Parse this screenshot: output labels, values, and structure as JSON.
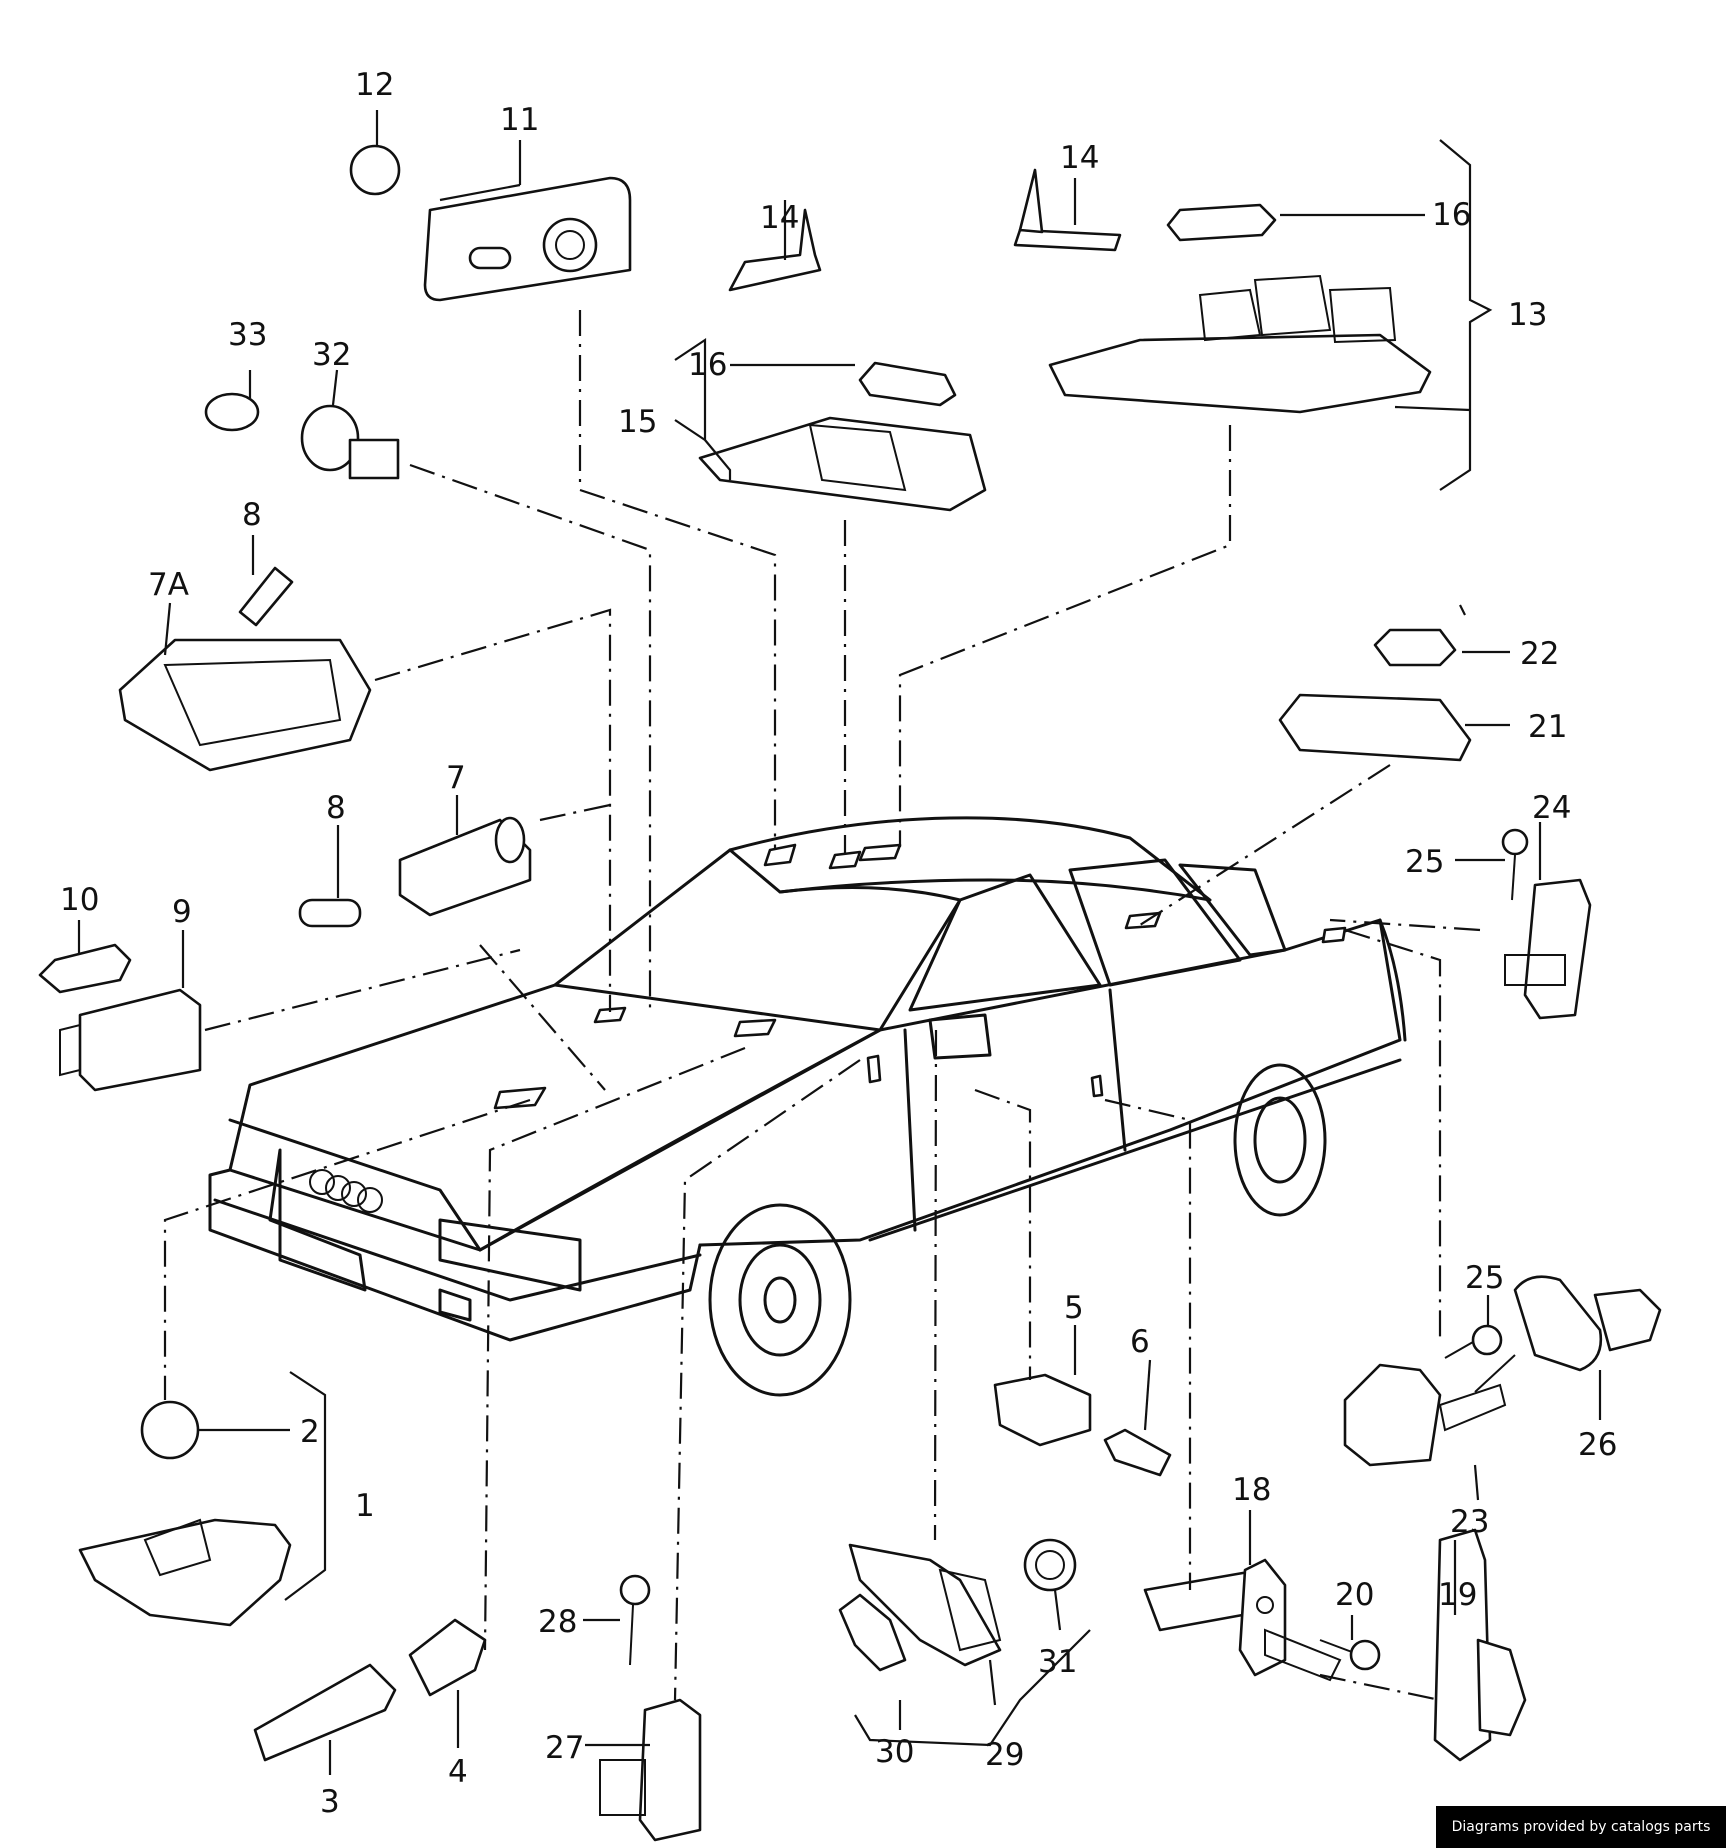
{
  "callouts": {
    "c1": "1",
    "c2": "2",
    "c3": "3",
    "c4": "4",
    "c5": "5",
    "c6": "6",
    "c7": "7",
    "c7a": "7A",
    "c8a": "8",
    "c8b": "8",
    "c9": "9",
    "c10": "10",
    "c11": "11",
    "c12": "12",
    "c13": "13",
    "c14a": "14",
    "c14b": "14",
    "c15": "15",
    "c16a": "16",
    "c16b": "16",
    "c18": "18",
    "c19": "19",
    "c20": "20",
    "c21": "21",
    "c22": "22",
    "c23": "23",
    "c24": "24",
    "c25a": "25",
    "c25b": "25",
    "c26": "26",
    "c27": "27",
    "c28": "28",
    "c29": "29",
    "c30": "30",
    "c31": "31",
    "c32": "32",
    "c33": "33"
  },
  "credit": "Diagrams provided by catalogs parts",
  "colors": {
    "ink": "#111111",
    "paper": "#ffffff",
    "credit_bg": "#000000"
  }
}
